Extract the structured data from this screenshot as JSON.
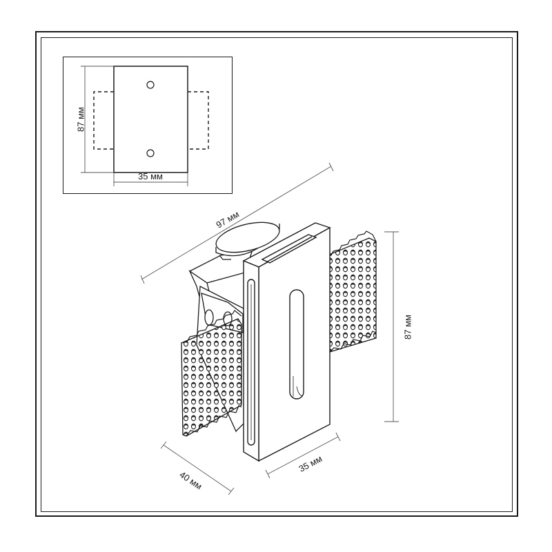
{
  "inset_view": {
    "height_label": "87 мм",
    "width_label": "35 мм"
  },
  "main_view": {
    "length_label": "97 мм",
    "height_label": "87 мм",
    "depth_label": "40 мм",
    "width_label": "35 мм"
  },
  "colors": {
    "line": "#1a1a1a",
    "background": "#ffffff"
  }
}
